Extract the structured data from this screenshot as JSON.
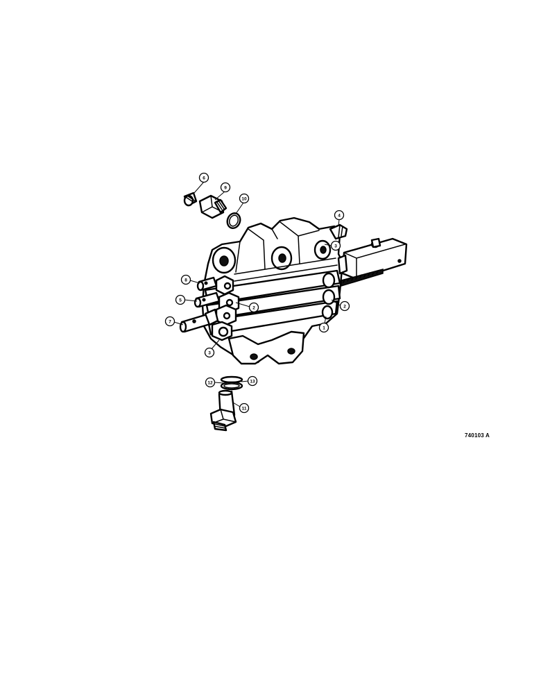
{
  "figure": {
    "reference_code": "740103 A",
    "callouts": [
      {
        "id": "callout-6",
        "label": "6"
      },
      {
        "id": "callout-9",
        "label": "9"
      },
      {
        "id": "callout-10",
        "label": "10"
      },
      {
        "id": "callout-4",
        "label": "4"
      },
      {
        "id": "callout-3a",
        "label": "3"
      },
      {
        "id": "callout-8",
        "label": "8"
      },
      {
        "id": "callout-5",
        "label": "5"
      },
      {
        "id": "callout-2a",
        "label": "2"
      },
      {
        "id": "callout-2b",
        "label": "2"
      },
      {
        "id": "callout-7",
        "label": "7"
      },
      {
        "id": "callout-1",
        "label": "1"
      },
      {
        "id": "callout-3b",
        "label": "3"
      },
      {
        "id": "callout-12",
        "label": "12"
      },
      {
        "id": "callout-13",
        "label": "13"
      },
      {
        "id": "callout-11",
        "label": "11"
      }
    ]
  }
}
